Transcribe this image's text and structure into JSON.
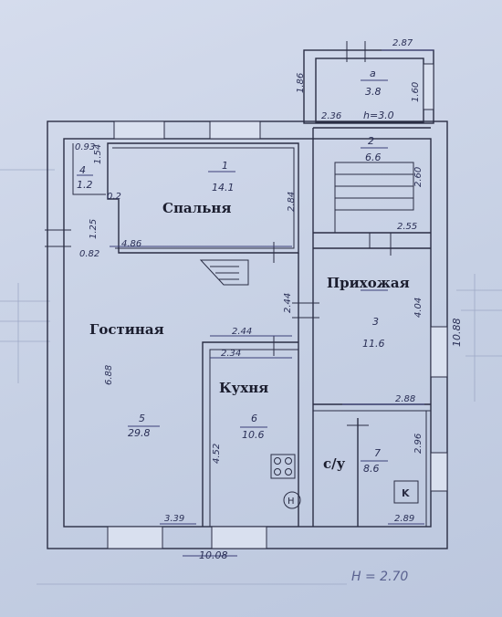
{
  "rooms": {
    "bedroom": {
      "name": "Спальня",
      "number": "1",
      "area": "14.1"
    },
    "living": {
      "name": "Гостиная",
      "number": "5",
      "area": "29.8"
    },
    "hall": {
      "name": "Прихожая",
      "number": "3",
      "area": "11.6"
    },
    "kitchen": {
      "name": "Кухня",
      "number": "6",
      "area": "10.6"
    },
    "bathroom": {
      "name": "с/у",
      "number": "7",
      "area": "8.6"
    },
    "closet": {
      "number": "4",
      "area": "1.2"
    },
    "stairs": {
      "number": "2",
      "area": "6.6"
    },
    "porch": {
      "number": "a",
      "area": "3.8"
    }
  },
  "dims": {
    "porch_width": "2.87",
    "porch_height_left": "1.86",
    "porch_depth": "1.60",
    "porch_bottom": "2.36",
    "porch_h": "h=3.0",
    "stairs_depth": "2.60",
    "stairs_bottom": "2.55",
    "closet_top": "0.93",
    "closet_side": "1.54",
    "closet_gap": "0.2",
    "left_a": "1.25",
    "left_b": "0.82",
    "bedroom_bottom": "4.86",
    "bedroom_right": "2.84",
    "corridor": "2.44",
    "corridor_top": "2.44",
    "kitchen_top": "2.34",
    "living_height": "6.88",
    "kitchen_height": "4.52",
    "living_bottom": "3.39",
    "hall_height": "4.04",
    "hall_bottom": "2.88",
    "bath_height": "2.96",
    "bath_bottom": "2.89",
    "total_height": "10.88",
    "total_width": "10.08",
    "ceiling": "H = 2.70"
  },
  "symbols": {
    "boiler": "K",
    "meter": "H"
  },
  "colors": {
    "paper": "#c9d3e6",
    "ink": "#2a2d44",
    "pen": "#2a2f56"
  }
}
